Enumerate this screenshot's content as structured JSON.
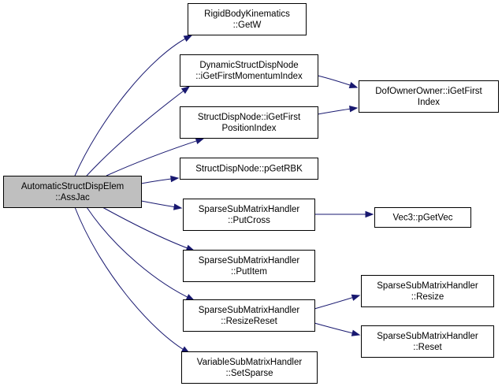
{
  "graph": {
    "nodes": [
      {
        "id": "root",
        "lines": [
          "AutomaticStructDispElem",
          "::AssJac"
        ],
        "root": true
      },
      {
        "id": "getw",
        "lines": [
          "RigidBodyKinematics",
          "::GetW"
        ]
      },
      {
        "id": "momentum",
        "lines": [
          "DynamicStructDispNode",
          "::iGetFirstMomentumIndex"
        ]
      },
      {
        "id": "dofowner",
        "lines": [
          "DofOwnerOwner::iGetFirst",
          "Index"
        ]
      },
      {
        "id": "position",
        "lines": [
          "StructDispNode::iGetFirst",
          "PositionIndex"
        ]
      },
      {
        "id": "pgetrbk",
        "lines": [
          "StructDispNode::pGetRBK"
        ]
      },
      {
        "id": "putcross",
        "lines": [
          "SparseSubMatrixHandler",
          "::PutCross"
        ]
      },
      {
        "id": "pgetvec",
        "lines": [
          "Vec3::pGetVec"
        ]
      },
      {
        "id": "putitem",
        "lines": [
          "SparseSubMatrixHandler",
          "::PutItem"
        ]
      },
      {
        "id": "resizereset",
        "lines": [
          "SparseSubMatrixHandler",
          "::ResizeReset"
        ]
      },
      {
        "id": "resize",
        "lines": [
          "SparseSubMatrixHandler",
          "::Resize"
        ]
      },
      {
        "id": "reset",
        "lines": [
          "SparseSubMatrixHandler",
          "::Reset"
        ]
      },
      {
        "id": "setsparse",
        "lines": [
          "VariableSubMatrixHandler",
          "::SetSparse"
        ]
      }
    ],
    "edges": [
      {
        "from": "root",
        "to": "getw"
      },
      {
        "from": "root",
        "to": "momentum"
      },
      {
        "from": "root",
        "to": "position"
      },
      {
        "from": "root",
        "to": "pgetrbk"
      },
      {
        "from": "root",
        "to": "putcross"
      },
      {
        "from": "root",
        "to": "putitem"
      },
      {
        "from": "root",
        "to": "resizereset"
      },
      {
        "from": "root",
        "to": "setsparse"
      },
      {
        "from": "momentum",
        "to": "dofowner"
      },
      {
        "from": "position",
        "to": "dofowner"
      },
      {
        "from": "putcross",
        "to": "pgetvec"
      },
      {
        "from": "resizereset",
        "to": "resize"
      },
      {
        "from": "resizereset",
        "to": "reset"
      }
    ]
  }
}
